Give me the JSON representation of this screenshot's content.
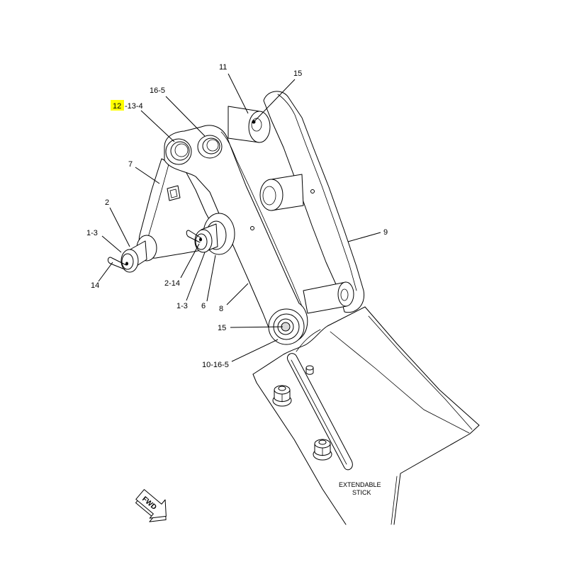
{
  "highlight_color": "#ffff00",
  "callouts": {
    "item_11": "11",
    "item_15_top": "15",
    "item_16_5": "16-5",
    "item_12": "12",
    "item_13_4": "-13-4",
    "item_7": "7",
    "item_2": "2",
    "item_1_3_left": "1-3",
    "item_14": "14",
    "item_2_14": "2-14",
    "item_1_3_right": "1-3",
    "item_6": "6",
    "item_8": "8",
    "item_9": "9",
    "item_15_lower": "15",
    "item_10_16_5": "10-16-5"
  },
  "stick_label": {
    "line1": "EXTENDABLE",
    "line2": "STICK"
  },
  "fwd_arrow": {
    "label": "FWD",
    "icon": "forward-direction-arrow-icon"
  }
}
